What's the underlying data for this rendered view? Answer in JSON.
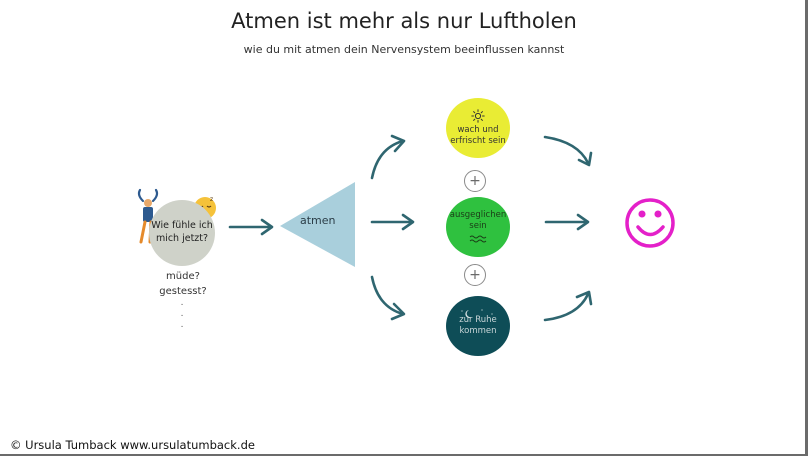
{
  "title": "Atmen ist mehr als nur Luftholen",
  "subtitle": "wie du mit atmen dein Nervensystem beeinflussen kannst",
  "start": {
    "question_line1": "Wie fühle ich",
    "question_line2": "mich jetzt?",
    "state_line1": "müde?",
    "state_line2": "gestesst?",
    "dots": [
      ".",
      ".",
      "."
    ]
  },
  "center": {
    "label": "atmen"
  },
  "states": [
    {
      "line1": "wach und",
      "line2": "erfrischt sein",
      "icon": "sun-icon",
      "color": "#e9ec34"
    },
    {
      "line1": "ausgeglichen",
      "line2": "sein",
      "icon": "waves-icon",
      "color": "#2fc13f"
    },
    {
      "line1": "zur Ruhe",
      "line2": "kommen",
      "icon": "moon-stars-icon",
      "color": "#0e4d57"
    }
  ],
  "plus_symbol": "+",
  "result_icon": "smiley-icon",
  "footer": "© Ursula Tumback  www.ursulatumback.de",
  "colors": {
    "arrow": "#2f6670",
    "triangle": "#a9cfdc",
    "smiley": "#e420c9",
    "face_emoji": "#f5c23a"
  }
}
